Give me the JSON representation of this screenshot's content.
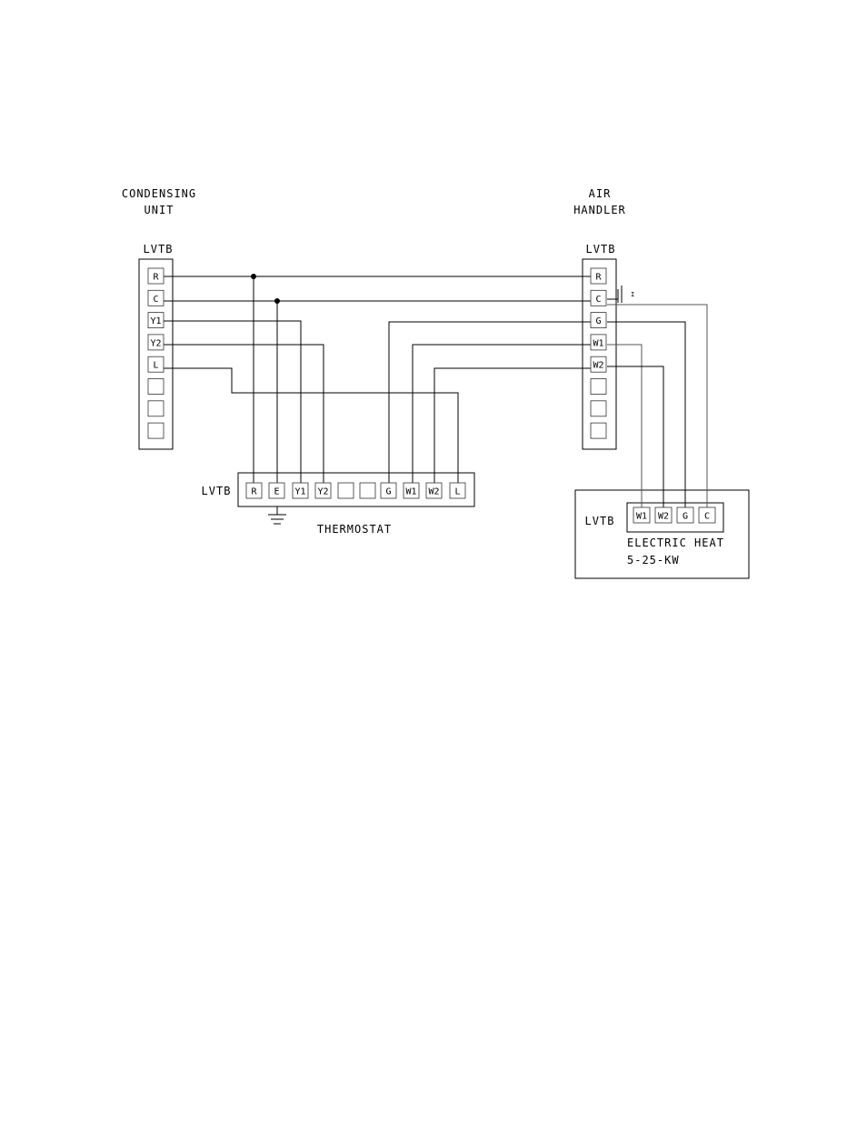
{
  "condensing_unit": {
    "title_line1": "CONDENSING",
    "title_line2": "UNIT",
    "lvtb_label": "LVTB",
    "terminals": [
      "R",
      "C",
      "Y1",
      "Y2",
      "L",
      "",
      "",
      ""
    ]
  },
  "air_handler": {
    "title_line1": "AIR",
    "title_line2": "HANDLER",
    "lvtb_label": "LVTB",
    "terminals": [
      "R",
      "C",
      "G",
      "W1",
      "W2",
      "",
      "",
      ""
    ]
  },
  "thermostat": {
    "lvtb_label": "LVTB",
    "title": "THERMOSTAT",
    "terminals": [
      "R",
      "E",
      "Y1",
      "Y2",
      "",
      "",
      "G",
      "W1",
      "W2",
      "L"
    ]
  },
  "electric_heat": {
    "lvtb_label": "LVTB",
    "title_line1": "ELECTRIC HEAT",
    "title_line2": "5-25-KW",
    "terminals": [
      "W1",
      "W2",
      "G",
      "C"
    ]
  },
  "ground_symbol_label": "I"
}
